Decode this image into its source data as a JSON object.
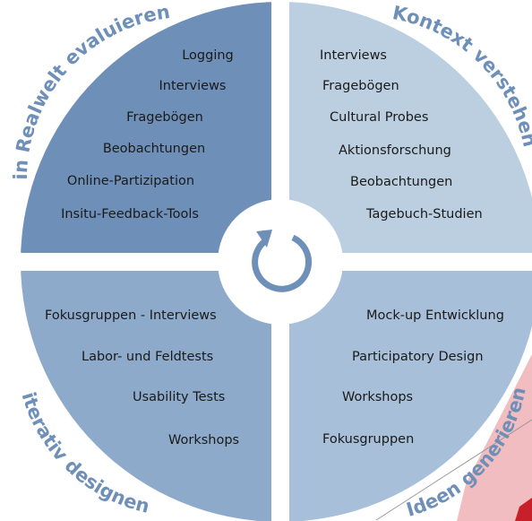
{
  "quadrants": {
    "top_left": {
      "title": "in Realwelt evaluieren",
      "color": "#6e8fb8",
      "items": [
        "Logging",
        "Interviews",
        "Fragebögen",
        "Beobachtungen",
        "Online-Partizipation",
        "Insitu-Feedback-Tools"
      ]
    },
    "top_right": {
      "title": "Kontext verstehen",
      "color": "#bccfe0",
      "items": [
        "Interviews",
        "Fragebögen",
        "Cultural Probes",
        "Aktionsforschung",
        "Beobachtungen",
        "Tagebuch-Studien"
      ]
    },
    "bottom_left": {
      "title": "iterativ designen",
      "color": "#8eaacb",
      "items": [
        "Fokusgruppen - Interviews",
        "Labor- und Feldtests",
        "Usability Tests",
        "Workshops"
      ]
    },
    "bottom_right": {
      "title": "Ideen generieren",
      "color": "#a7bfd8",
      "items": [
        "Mock-up Entwicklung",
        "Participatory Design",
        "Workshops",
        "Fokusgruppen"
      ]
    }
  },
  "colors": {
    "title_text": "#6e8fb8",
    "cycle_icon": "#6e8fb8",
    "accent_red": "#c8202a",
    "accent_pink": "#efb6b9"
  },
  "center_icon": "cycle-arrow-icon"
}
